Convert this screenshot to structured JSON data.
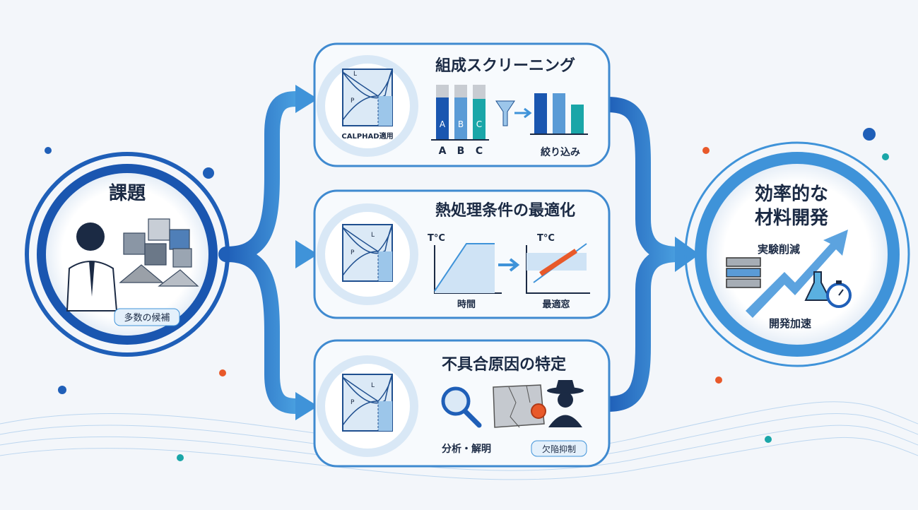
{
  "problem": {
    "title": "課題",
    "tag": "多数の候補"
  },
  "steps": [
    {
      "title": "組成スクリーニング",
      "circle_label": "CALPHAD適用",
      "bars": [
        "A",
        "B",
        "C"
      ],
      "axis": [
        "A",
        "B",
        "C"
      ],
      "result": "絞り込み"
    },
    {
      "title": "熱処理条件の最適化",
      "axis_left": "T°C",
      "xlabel_left": "時間",
      "axis_right": "T°C",
      "xlabel_right": "最適窓"
    },
    {
      "title": "不具合原因の特定",
      "label_left": "分析・解明",
      "tag_right": "欠陥抑制"
    }
  ],
  "diagram_letters": {
    "liquid": "L",
    "phase": "P"
  },
  "outcome": {
    "title_line1": "効率的な",
    "title_line2": "材料開発",
    "benefit1": "実験削減",
    "benefit2": "開発加速"
  },
  "colors": {
    "primary": "#1f5fb8",
    "accent": "#3f93d9",
    "light": "#cfe3f5",
    "orange": "#e8592a",
    "teal": "#1aa6a8"
  }
}
